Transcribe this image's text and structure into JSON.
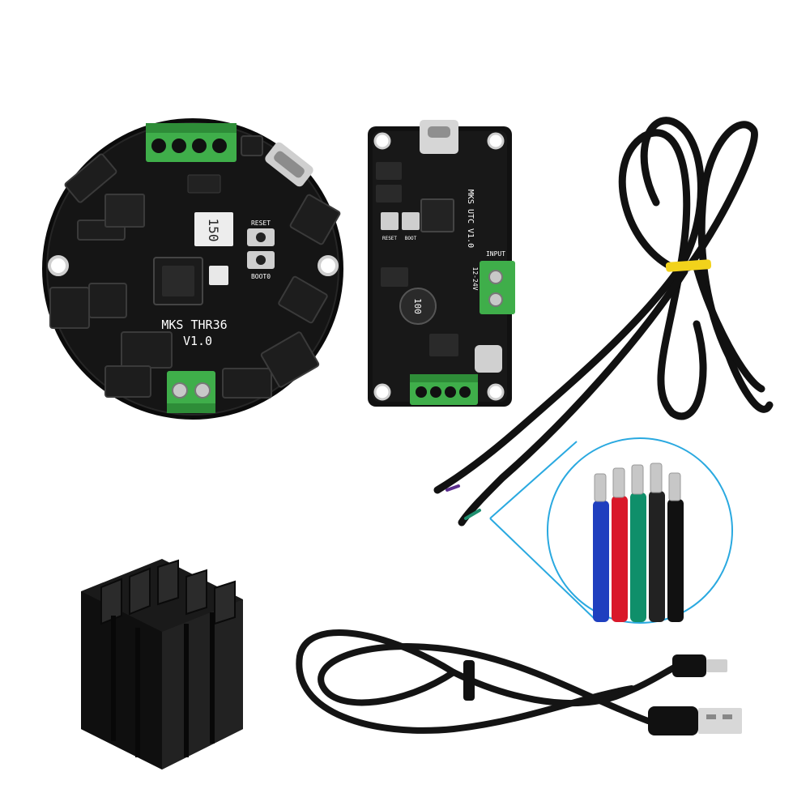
{
  "thr36_board": {
    "label_line1": "MKS THR36",
    "label_line2": "V1.0",
    "chip_marking": "150",
    "reset_label": "RESET",
    "boot_label": "BOOT0"
  },
  "utc_board": {
    "label": "MKS UTC V1.0",
    "input_label": "INPUT",
    "voltage_label": "12-24V",
    "inductor_marking": "100",
    "reset_label": "RESET",
    "boot_label": "BOOT"
  },
  "wire_colors": [
    "#1f3fbf",
    "#d9182a",
    "#0f8f6a",
    "#222222",
    "#111111"
  ],
  "accent_color": "#2aa9e0",
  "terminal_color": "#3fae4a"
}
